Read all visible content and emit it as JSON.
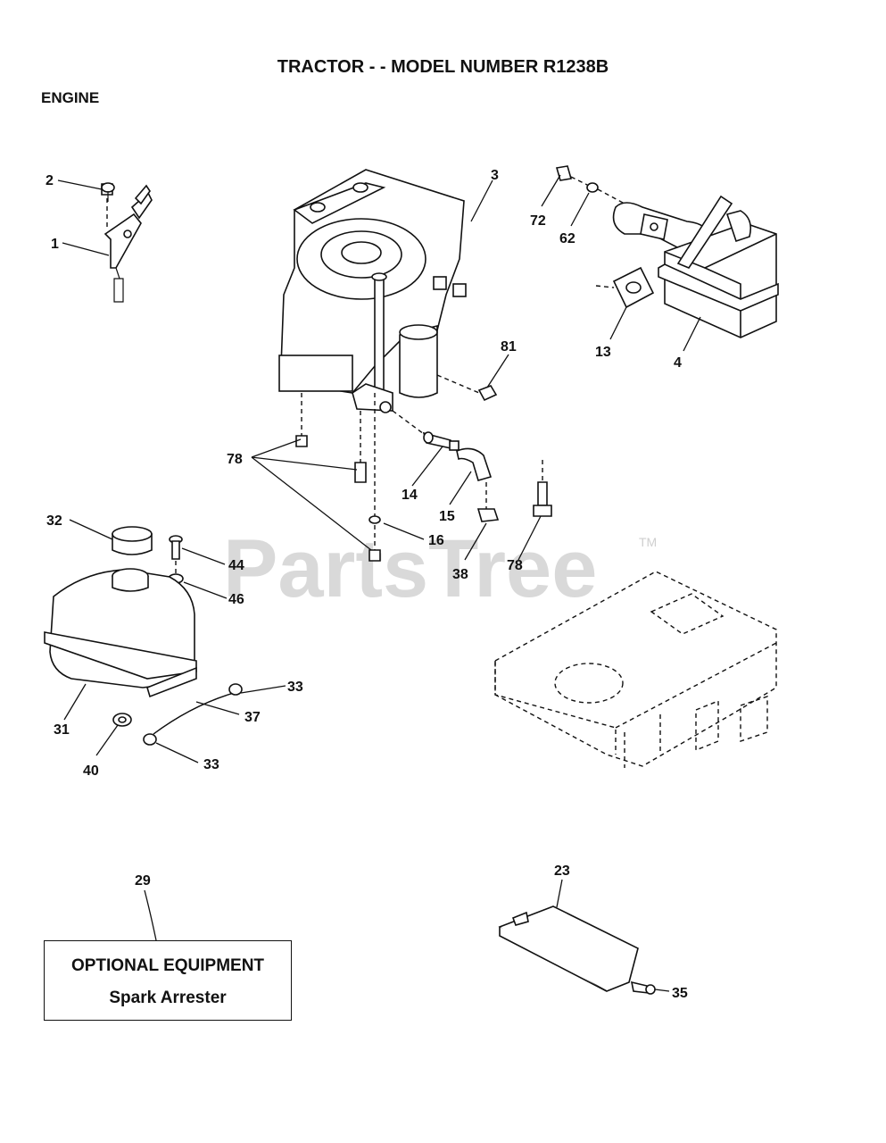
{
  "header": {
    "title": "TRACTOR - - MODEL NUMBER R1238B",
    "section": "ENGINE"
  },
  "watermark": {
    "text": "PartsTree",
    "trademark": "TM"
  },
  "callouts": {
    "c1": "1",
    "c2": "2",
    "c3": "3",
    "c4": "4",
    "c13": "13",
    "c14": "14",
    "c15": "15",
    "c16": "16",
    "c23": "23",
    "c29": "29",
    "c31": "31",
    "c32": "32",
    "c33a": "33",
    "c33b": "33",
    "c35": "35",
    "c37": "37",
    "c38": "38",
    "c40": "40",
    "c44": "44",
    "c46": "46",
    "c62": "62",
    "c72": "72",
    "c78a": "78",
    "c78b": "78",
    "c81": "81"
  },
  "optional_equipment": {
    "heading": "OPTIONAL EQUIPMENT",
    "item": "Spark Arrester"
  }
}
